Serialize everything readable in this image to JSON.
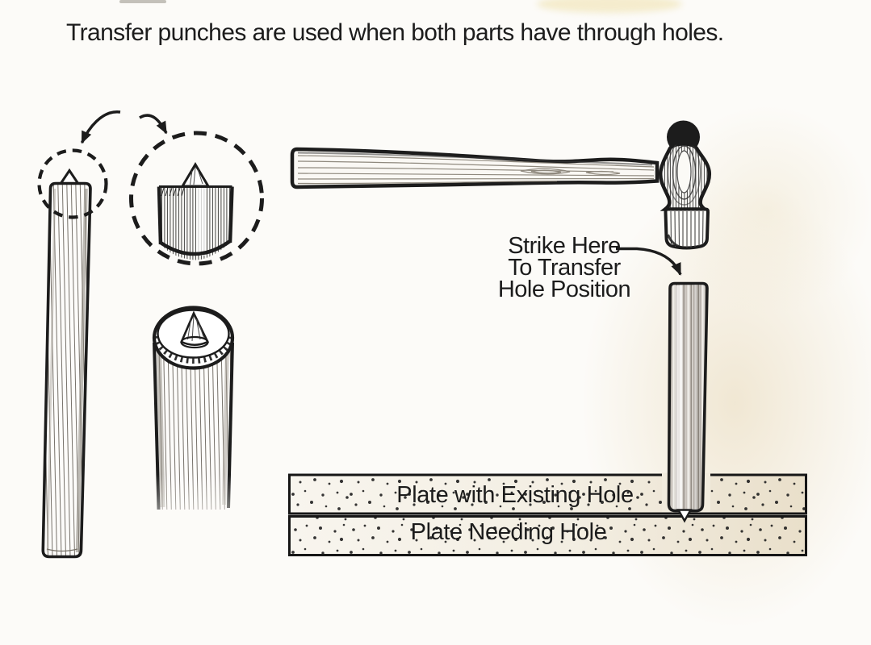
{
  "caption": {
    "text": "Transfer punches are used when both parts have through holes."
  },
  "annotation": {
    "line1": "Strike Here",
    "line2": "To Transfer",
    "line3": "Hole Position"
  },
  "plates": {
    "top_label": "Plate with Existing Hole",
    "bottom_label": "Plate Needing Hole"
  },
  "figures": {
    "punch_side_view": "transfer-punch-side-view",
    "tip_detail_small": "tip-detail-circle-small",
    "tip_detail_large": "tip-detail-circle-magnified",
    "punch_3d_view": "transfer-punch-3d-view",
    "hammer": "ball-peen-hammer",
    "punch_in_plates": "transfer-punch-in-hole"
  },
  "colors": {
    "ink": "#1c1c1c",
    "paper": "#fcfbf8",
    "cream_tint": "#e7d7b5",
    "plate_fill_left": "#f8f5ee",
    "plate_fill_right": "#e9dfca",
    "hole_fill": "#f1ebdd",
    "punch_gray": "#d9d5cf"
  }
}
